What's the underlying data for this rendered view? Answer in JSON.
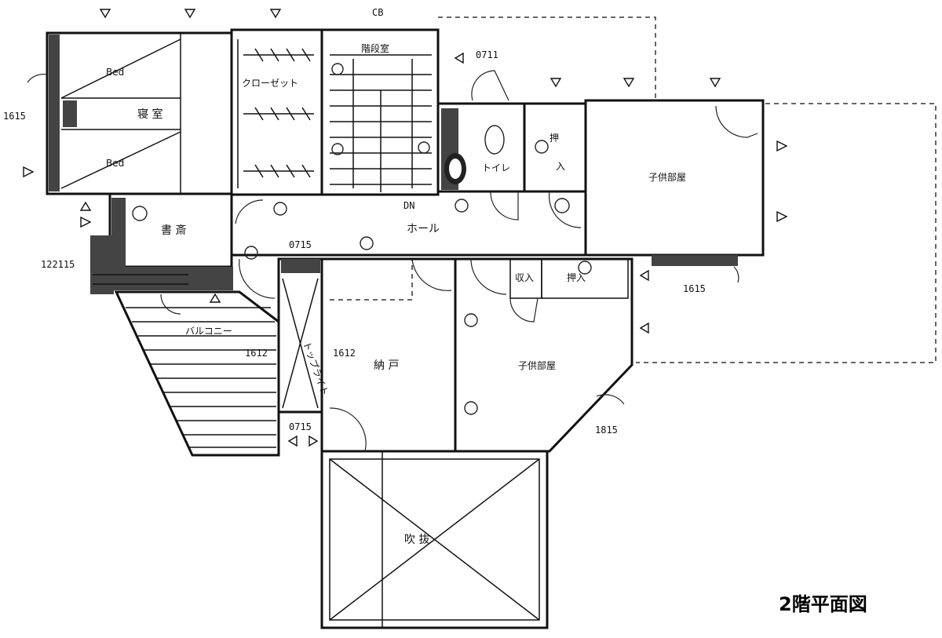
{
  "title": "2階平面図",
  "rooms": {
    "bedroom": "寝 室",
    "bed_upper": "Bed",
    "bed_lower": "Bed",
    "study": "書 斎",
    "closet": "クローゼット",
    "stairwell": "階段室",
    "toilet": "トイレ",
    "storage_small_1": "押\n入",
    "child_room_1": "子供部屋",
    "hall": "ホール",
    "balcony": "バルコニー",
    "top_light": "トップライト",
    "storeroom": "納 戸",
    "storage_small_2": "収入",
    "storage_small_3": "押入",
    "child_room_2": "子供部屋",
    "void": "吹 抜"
  },
  "labels": {
    "cb": "CB",
    "dn": "DN",
    "w0711": "0711",
    "w0715_top": "0715",
    "w0715_bottom": "0715",
    "w1615_left": "1615",
    "w1615_right": "1615",
    "w1815": "1815",
    "w1612_left": "1612",
    "w1612_right": "1612",
    "w122115": "122115"
  }
}
